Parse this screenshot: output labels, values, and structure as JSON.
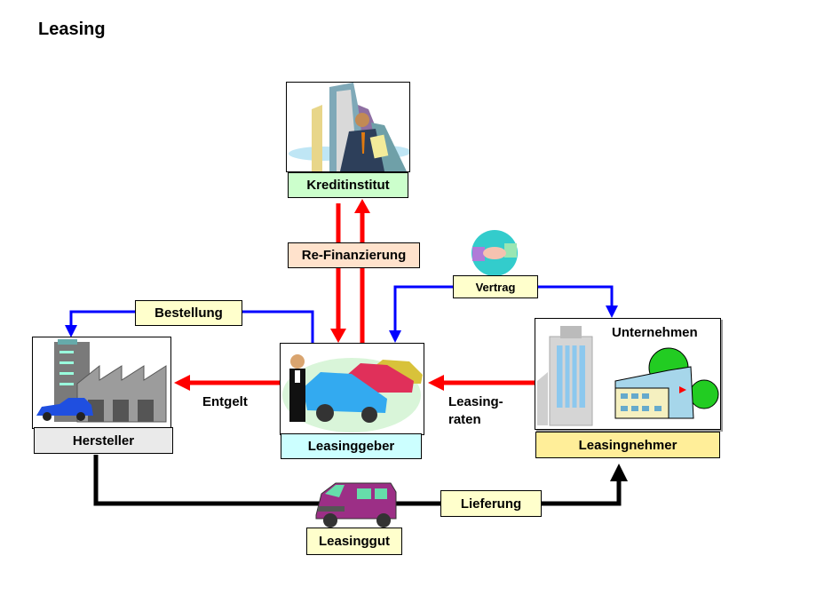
{
  "title": "Leasing",
  "nodes": {
    "kreditinstitut": {
      "label": "Kreditinstitut",
      "color": "#ccffcc"
    },
    "leasinggeber": {
      "label": "Leasinggeber",
      "color": "#ccffff"
    },
    "hersteller": {
      "label": "Hersteller",
      "color": "#eaeaea"
    },
    "leasingnehmer": {
      "label": "Leasingnehmer",
      "color": "#ffee99",
      "caption": "Unternehmen"
    },
    "leasinggut": {
      "label": "Leasinggut",
      "color": "#ffffcc"
    }
  },
  "flows": {
    "refinanzierung": {
      "label": "Re-Finanzierung",
      "color": "#ffe2cc"
    },
    "vertrag": {
      "label": "Vertrag",
      "color": "#ffffcc"
    },
    "bestellung": {
      "label": "Bestellung",
      "color": "#ffffcc"
    },
    "lieferung": {
      "label": "Lieferung",
      "color": "#ffffcc"
    },
    "entgelt": {
      "label": "Entgelt"
    },
    "leasingraten": {
      "line1": "Leasing-",
      "line2": "raten"
    }
  },
  "colors": {
    "money": "#ff0000",
    "contract": "#0000ff",
    "goods": "#000000"
  }
}
